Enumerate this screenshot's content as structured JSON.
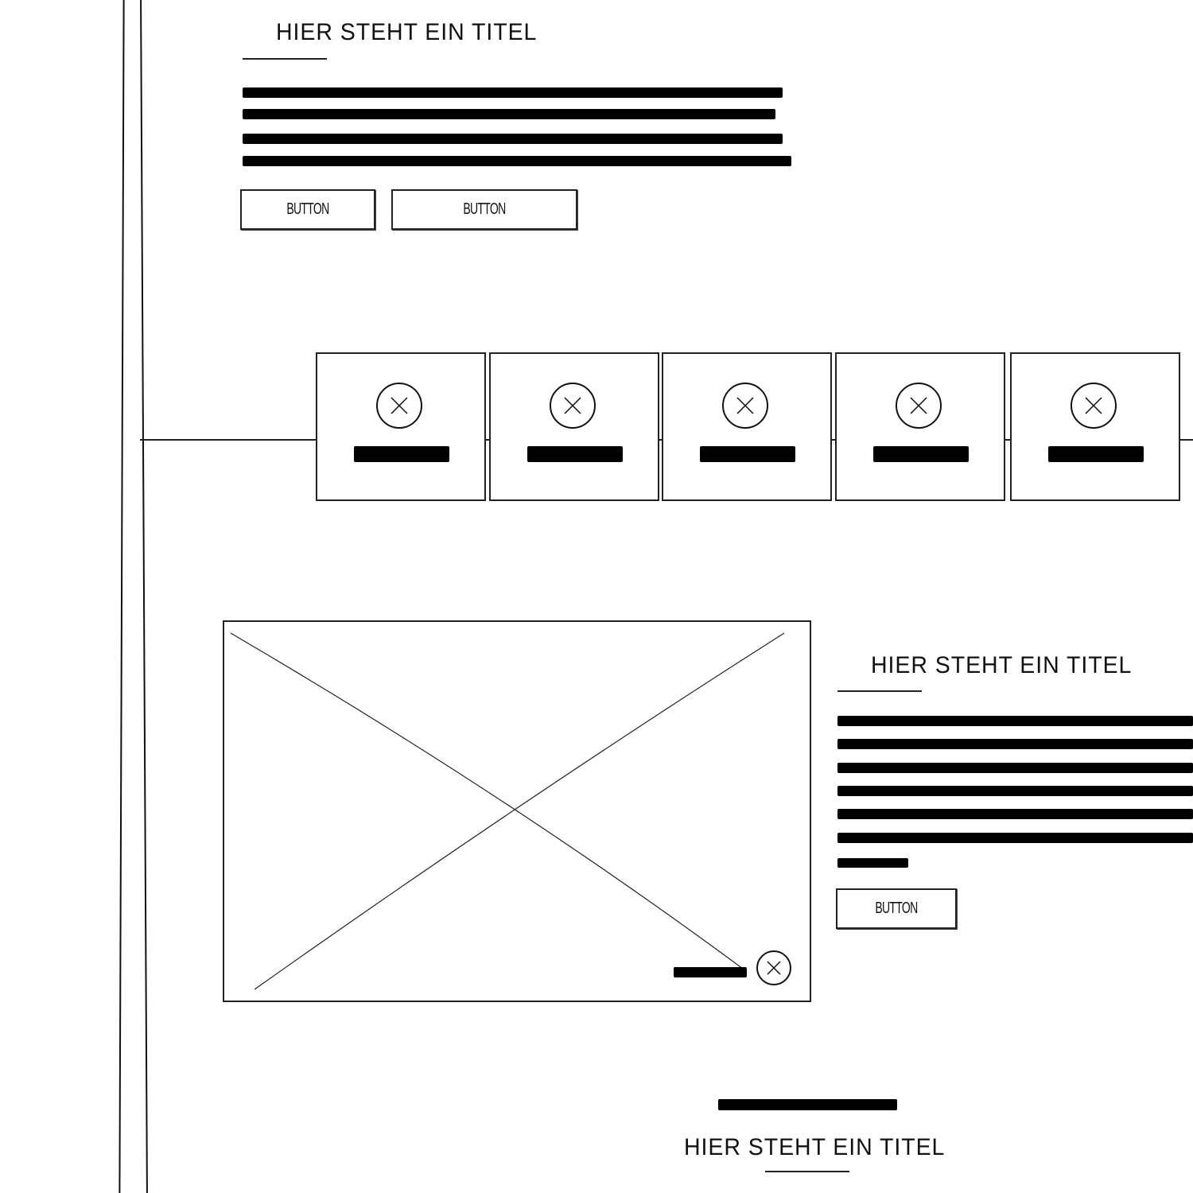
{
  "hero": {
    "title": "HIER STEHT EIN TITEL",
    "buttons": [
      {
        "label": "BUTTON"
      },
      {
        "label": "BUTTON"
      }
    ]
  },
  "carousel": {
    "cards": [
      {
        "icon": "placeholder-x-icon"
      },
      {
        "icon": "placeholder-x-icon"
      },
      {
        "icon": "placeholder-x-icon"
      },
      {
        "icon": "placeholder-x-icon"
      },
      {
        "icon": "placeholder-x-icon"
      }
    ]
  },
  "feature": {
    "title": "HIER STEHT EIN TITEL",
    "button_label": "BUTTON"
  },
  "footer": {
    "title": "HIER STEHT EIN TITEL"
  }
}
